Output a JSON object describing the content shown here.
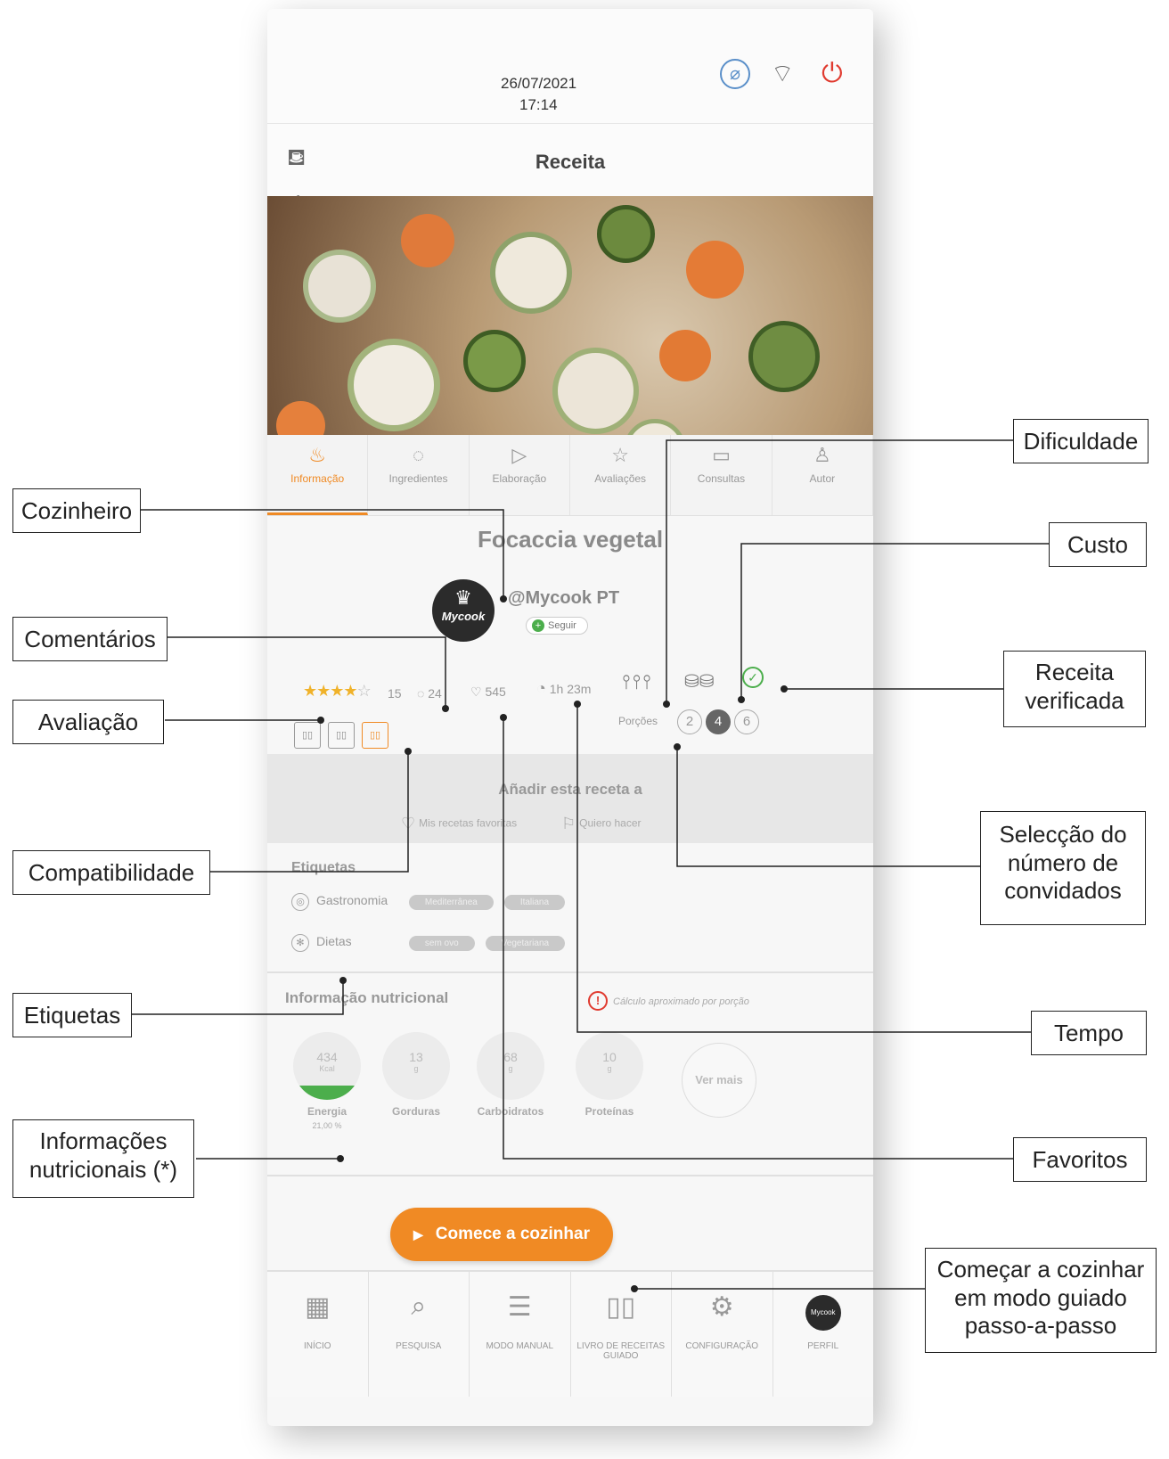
{
  "status": {
    "date": "26/07/2021",
    "time": "17:14"
  },
  "header": {
    "title": "Receita"
  },
  "tabs": [
    {
      "label": "Informação",
      "icon": "pot-icon"
    },
    {
      "label": "Ingredientes",
      "icon": "apple-icon"
    },
    {
      "label": "Elaboração",
      "icon": "play-icon"
    },
    {
      "label": "Avaliações",
      "icon": "star-icon"
    },
    {
      "label": "Consultas",
      "icon": "chat-icon"
    },
    {
      "label": "Autor",
      "icon": "person-icon"
    }
  ],
  "recipe": {
    "title": "Focaccia vegetal",
    "author": "@Mycook PT",
    "follow_label": "Seguir",
    "avatar_brand": "Mycook",
    "rating": 4,
    "rating_count": "15",
    "comments": "24",
    "favorites": "545",
    "time": "1h 23m",
    "portions_label": "Porções",
    "portions": [
      "2",
      "4",
      "6"
    ],
    "selected_portion": "4"
  },
  "add_to": {
    "title": "Añadir esta receta a",
    "favorites_label": "Mis recetas favoritas",
    "wishlist_label": "Quiero hacer"
  },
  "tags": {
    "heading": "Etiquetas",
    "gastronomy_label": "Gastronomia",
    "gastronomy_tags": [
      "Mediterrânea",
      "Italiana"
    ],
    "diets_label": "Dietas",
    "diet_tags": [
      "sem ovo",
      "Vegetariana"
    ]
  },
  "nutrition": {
    "heading": "Informação nutricional",
    "note": "Cálculo aproximado por porção",
    "items": [
      {
        "value": "434",
        "unit": "Kcal",
        "label": "Energia",
        "pct": "21,00 %",
        "fill": 0.21
      },
      {
        "value": "13",
        "unit": "g",
        "label": "Gorduras"
      },
      {
        "value": "68",
        "unit": "g",
        "label": "Carboidratos"
      },
      {
        "value": "10",
        "unit": "g",
        "label": "Proteínas"
      }
    ],
    "more_label": "Ver mais"
  },
  "start_button": "Comece a cozinhar",
  "bottom_nav": [
    {
      "label": "INÍCIO",
      "icon": "grid-icon"
    },
    {
      "label": "PESQUISA",
      "icon": "search-icon"
    },
    {
      "label": "MODO MANUAL",
      "icon": "sliders-icon"
    },
    {
      "label": "LIVRO DE RECEITAS GUIADO",
      "icon": "book-icon"
    },
    {
      "label": "CONFIGURAÇÃO",
      "icon": "gear-icon"
    },
    {
      "label": "PERFIL",
      "icon": "profile-avatar-icon"
    }
  ],
  "callouts": {
    "cozinheiro": "Cozinheiro",
    "comentarios": "Comentários",
    "avaliacao": "Avaliação",
    "compatibilidade": "Compatibilidade",
    "etiquetas": "Etiquetas",
    "informacoes_1": "Informações",
    "informacoes_2": "nutricionais (*)",
    "dificuldade": "Dificuldade",
    "custo": "Custo",
    "receita_1": "Receita",
    "receita_2": "verificada",
    "seleccao_1": "Selecção do",
    "seleccao_2": "número de",
    "seleccao_3": "convidados",
    "tempo": "Tempo",
    "favoritos": "Favoritos",
    "comecar_1": "Começar a cozinhar",
    "comecar_2": "em modo guiado",
    "comecar_3": "passo-a-passo"
  },
  "colors": {
    "accent": "#f08a24",
    "verified": "#4cae4c",
    "power": "#e03a2f",
    "sync": "#5a8fc9"
  }
}
